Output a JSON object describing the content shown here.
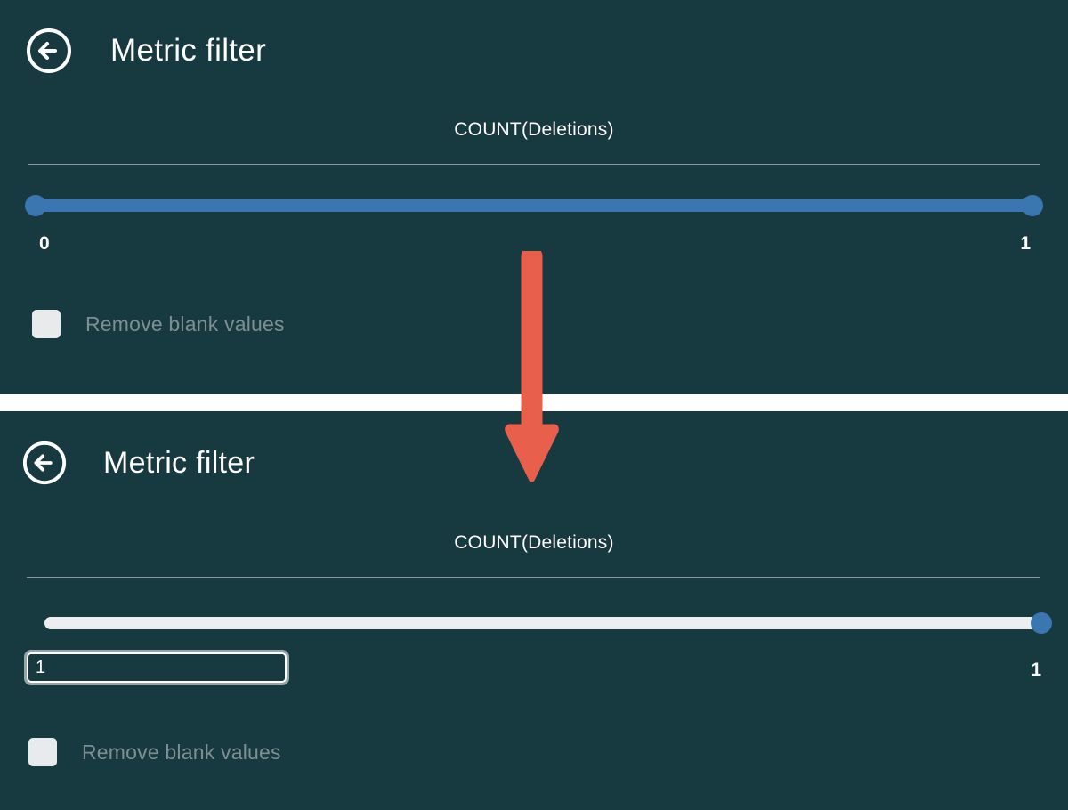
{
  "colors": {
    "background": "#173940",
    "accent_blue": "#3a76b0",
    "track_empty": "#eceff0",
    "annotation_red": "#e8604c",
    "label_muted": "#7e8f92",
    "separator": "#ffffff"
  },
  "separator": {
    "name": "panel-separator"
  },
  "annotation": {
    "type": "down-arrow",
    "color": "#e8604c",
    "meaning": "step-transition-indicator"
  },
  "panels": [
    {
      "id": "before",
      "header": {
        "back_icon": "back-arrow-circle-icon",
        "title": "Metric filter"
      },
      "metric_label": "COUNT(Deletions)",
      "slider": {
        "name": "metric-range-slider",
        "state": "full-range-selected",
        "min_value": "0",
        "max_value": "1",
        "fill": "full",
        "handles": [
          "left",
          "right"
        ]
      },
      "checkbox": {
        "label": "Remove blank values",
        "checked": false
      }
    },
    {
      "id": "after",
      "header": {
        "back_icon": "back-arrow-circle-icon",
        "title": "Metric filter"
      },
      "metric_label": "COUNT(Deletions)",
      "slider": {
        "name": "metric-range-slider",
        "state": "min-dragged-to-max",
        "min_value": "1",
        "max_value": "1",
        "fill": "empty",
        "handles": [
          "right"
        ]
      },
      "min_input": {
        "value": "1",
        "focused": true
      },
      "checkbox": {
        "label": "Remove blank values",
        "checked": false
      }
    }
  ]
}
